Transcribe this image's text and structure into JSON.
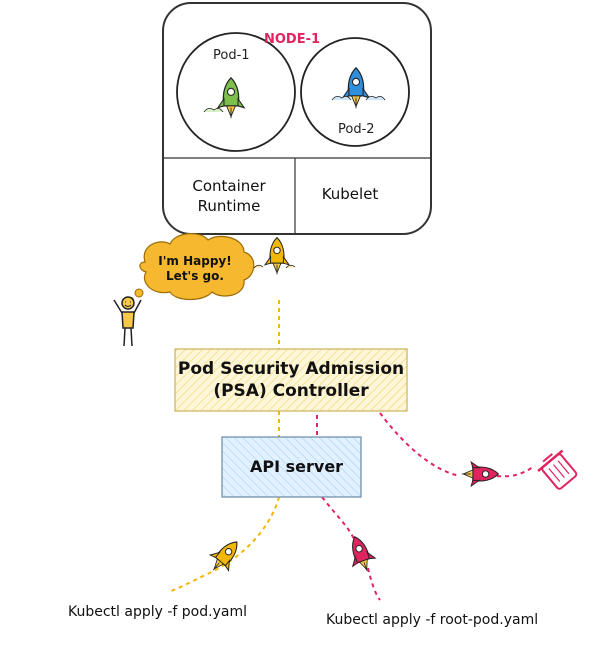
{
  "node": {
    "title": "NODE-1",
    "pod1_label": "Pod-1",
    "pod2_label": "Pod-2",
    "runtime_label_line1": "Container",
    "runtime_label_line2": "Runtime",
    "kubelet_label": "Kubelet"
  },
  "bubble": {
    "line1": "I'm Happy!",
    "line2": "Let's go."
  },
  "psa": {
    "line1": "Pod Security Admission",
    "line2": "(PSA) Controller"
  },
  "api": {
    "label": "API server"
  },
  "commands": {
    "left": "Kubectl apply -f pod.yaml",
    "right": "Kubectl apply -f root-pod.yaml"
  },
  "colors": {
    "accent_red": "#e0245e",
    "path_yellow": "#f2b705",
    "rocket_green": "#7cc04b",
    "rocket_blue": "#2f8fdc",
    "psa_fill": "#fdf6d9",
    "api_fill": "#dcefff"
  },
  "icons": {
    "pod1_rocket": "green-rocket-icon",
    "pod2_rocket": "blue-rocket-icon",
    "approved_rocket": "yellow-rocket-icon",
    "rejected_rocket": "red-rocket-icon",
    "happy_person": "happy-person-icon",
    "thought_bubble": "thought-bubble-icon",
    "trash_can": "trash-can-icon"
  }
}
